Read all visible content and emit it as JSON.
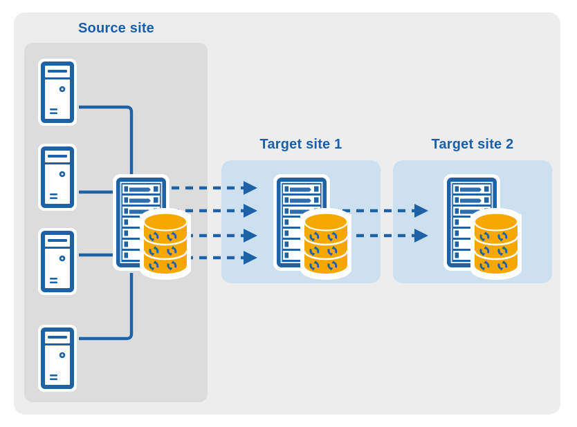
{
  "diagram": {
    "type": "topology-replication-diagram",
    "page_background": "#ffffff",
    "outer_panel_color": "#ededed",
    "source_box_color": "#dcdcdc",
    "target_panel_color": "#cce0f0",
    "accent_blue": "#1a5ea8",
    "line_blue": "#1c62a5",
    "db_orange": "#f5a800",
    "db_orange_dark": "#e59600",
    "icon_white": "#ffffff"
  },
  "labels": {
    "source_site": "Source site",
    "target_site_1": "Target site 1",
    "target_site_2": "Target site 2"
  },
  "source_site": {
    "label": "Source site",
    "clients": [
      {
        "name": "desktop-computer-1"
      },
      {
        "name": "desktop-computer-2"
      },
      {
        "name": "desktop-computer-3"
      },
      {
        "name": "desktop-computer-4"
      }
    ],
    "server": {
      "name": "source-server-with-database",
      "rack_slots": 7,
      "db_bands": 3,
      "db_sync_icons": 6
    },
    "connectors": [
      {
        "from": "desktop-computer-1",
        "to": "source-server",
        "style": "elbow"
      },
      {
        "from": "desktop-computer-2",
        "to": "source-server",
        "style": "straight"
      },
      {
        "from": "desktop-computer-3",
        "to": "source-server",
        "style": "straight"
      },
      {
        "from": "desktop-computer-4",
        "to": "source-server",
        "style": "elbow"
      }
    ]
  },
  "target_site_1": {
    "label": "Target site 1",
    "server": {
      "name": "target-1-server-with-database",
      "rack_slots": 7,
      "db_bands": 3,
      "db_sync_icons": 6
    }
  },
  "target_site_2": {
    "label": "Target site 2",
    "server": {
      "name": "target-2-server-with-database",
      "rack_slots": 7,
      "db_bands": 3,
      "db_sync_icons": 6
    }
  },
  "replication_flows": [
    {
      "from": "source-server",
      "to": "target-1-server",
      "style": "dashed-arrow",
      "count": 4
    },
    {
      "from": "target-1-server",
      "to": "target-2-server",
      "style": "dashed-arrow",
      "count": 2
    }
  ]
}
